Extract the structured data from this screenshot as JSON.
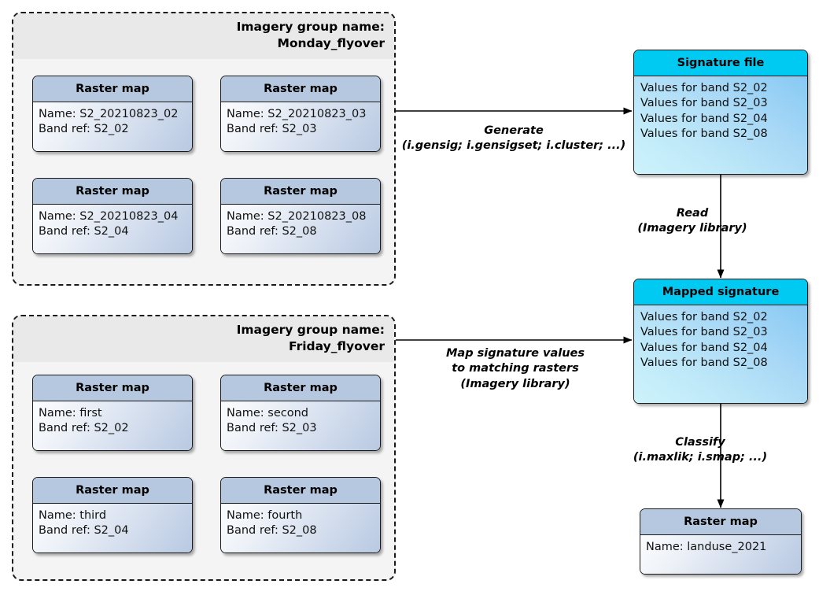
{
  "groups": [
    {
      "header_line1": "Imagery group name:",
      "header_line2": "Monday_flyover",
      "rasters": [
        {
          "title": "Raster map",
          "name": "Name: S2_20210823_02",
          "band": "Band ref: S2_02"
        },
        {
          "title": "Raster map",
          "name": "Name: S2_20210823_03",
          "band": "Band ref: S2_03"
        },
        {
          "title": "Raster map",
          "name": "Name: S2_20210823_04",
          "band": "Band ref: S2_04"
        },
        {
          "title": "Raster map",
          "name": "Name: S2_20210823_08",
          "band": "Band ref: S2_08"
        }
      ]
    },
    {
      "header_line1": "Imagery group name:",
      "header_line2": "Friday_flyover",
      "rasters": [
        {
          "title": "Raster map",
          "name": "Name: first",
          "band": "Band ref: S2_02"
        },
        {
          "title": "Raster map",
          "name": "Name: second",
          "band": "Band ref: S2_03"
        },
        {
          "title": "Raster map",
          "name": "Name: third",
          "band": "Band ref: S2_04"
        },
        {
          "title": "Raster map",
          "name": "Name: fourth",
          "band": "Band ref: S2_08"
        }
      ]
    }
  ],
  "signature_file": {
    "title": "Signature file",
    "values": [
      "Values for band S2_02",
      "Values for band S2_03",
      "Values for band S2_04",
      "Values for band S2_08"
    ]
  },
  "mapped_signature": {
    "title": "Mapped signature",
    "values": [
      "Values for band S2_02",
      "Values for band S2_03",
      "Values for band S2_04",
      "Values for band S2_08"
    ]
  },
  "output_raster": {
    "title": "Raster map",
    "name": "Name: landuse_2021"
  },
  "edges": {
    "generate": {
      "line1": "Generate",
      "line2": "(i.gensig; i.gensigset; i.cluster; ...)"
    },
    "read": {
      "line1": "Read",
      "line2": "(Imagery library)"
    },
    "map_signature": {
      "line1": "Map signature values",
      "line2": "to matching rasters",
      "line3": "(Imagery library)"
    },
    "classify": {
      "line1": "Classify",
      "line2": "(i.maxlik; i.smap; ...)"
    }
  },
  "colors": {
    "raster_header": "#b6c8e0",
    "signature_header": "#00c9f2",
    "group_header": "#e9e9e9",
    "group_body": "#f4f4f4",
    "stroke": "#1a1a1a"
  }
}
